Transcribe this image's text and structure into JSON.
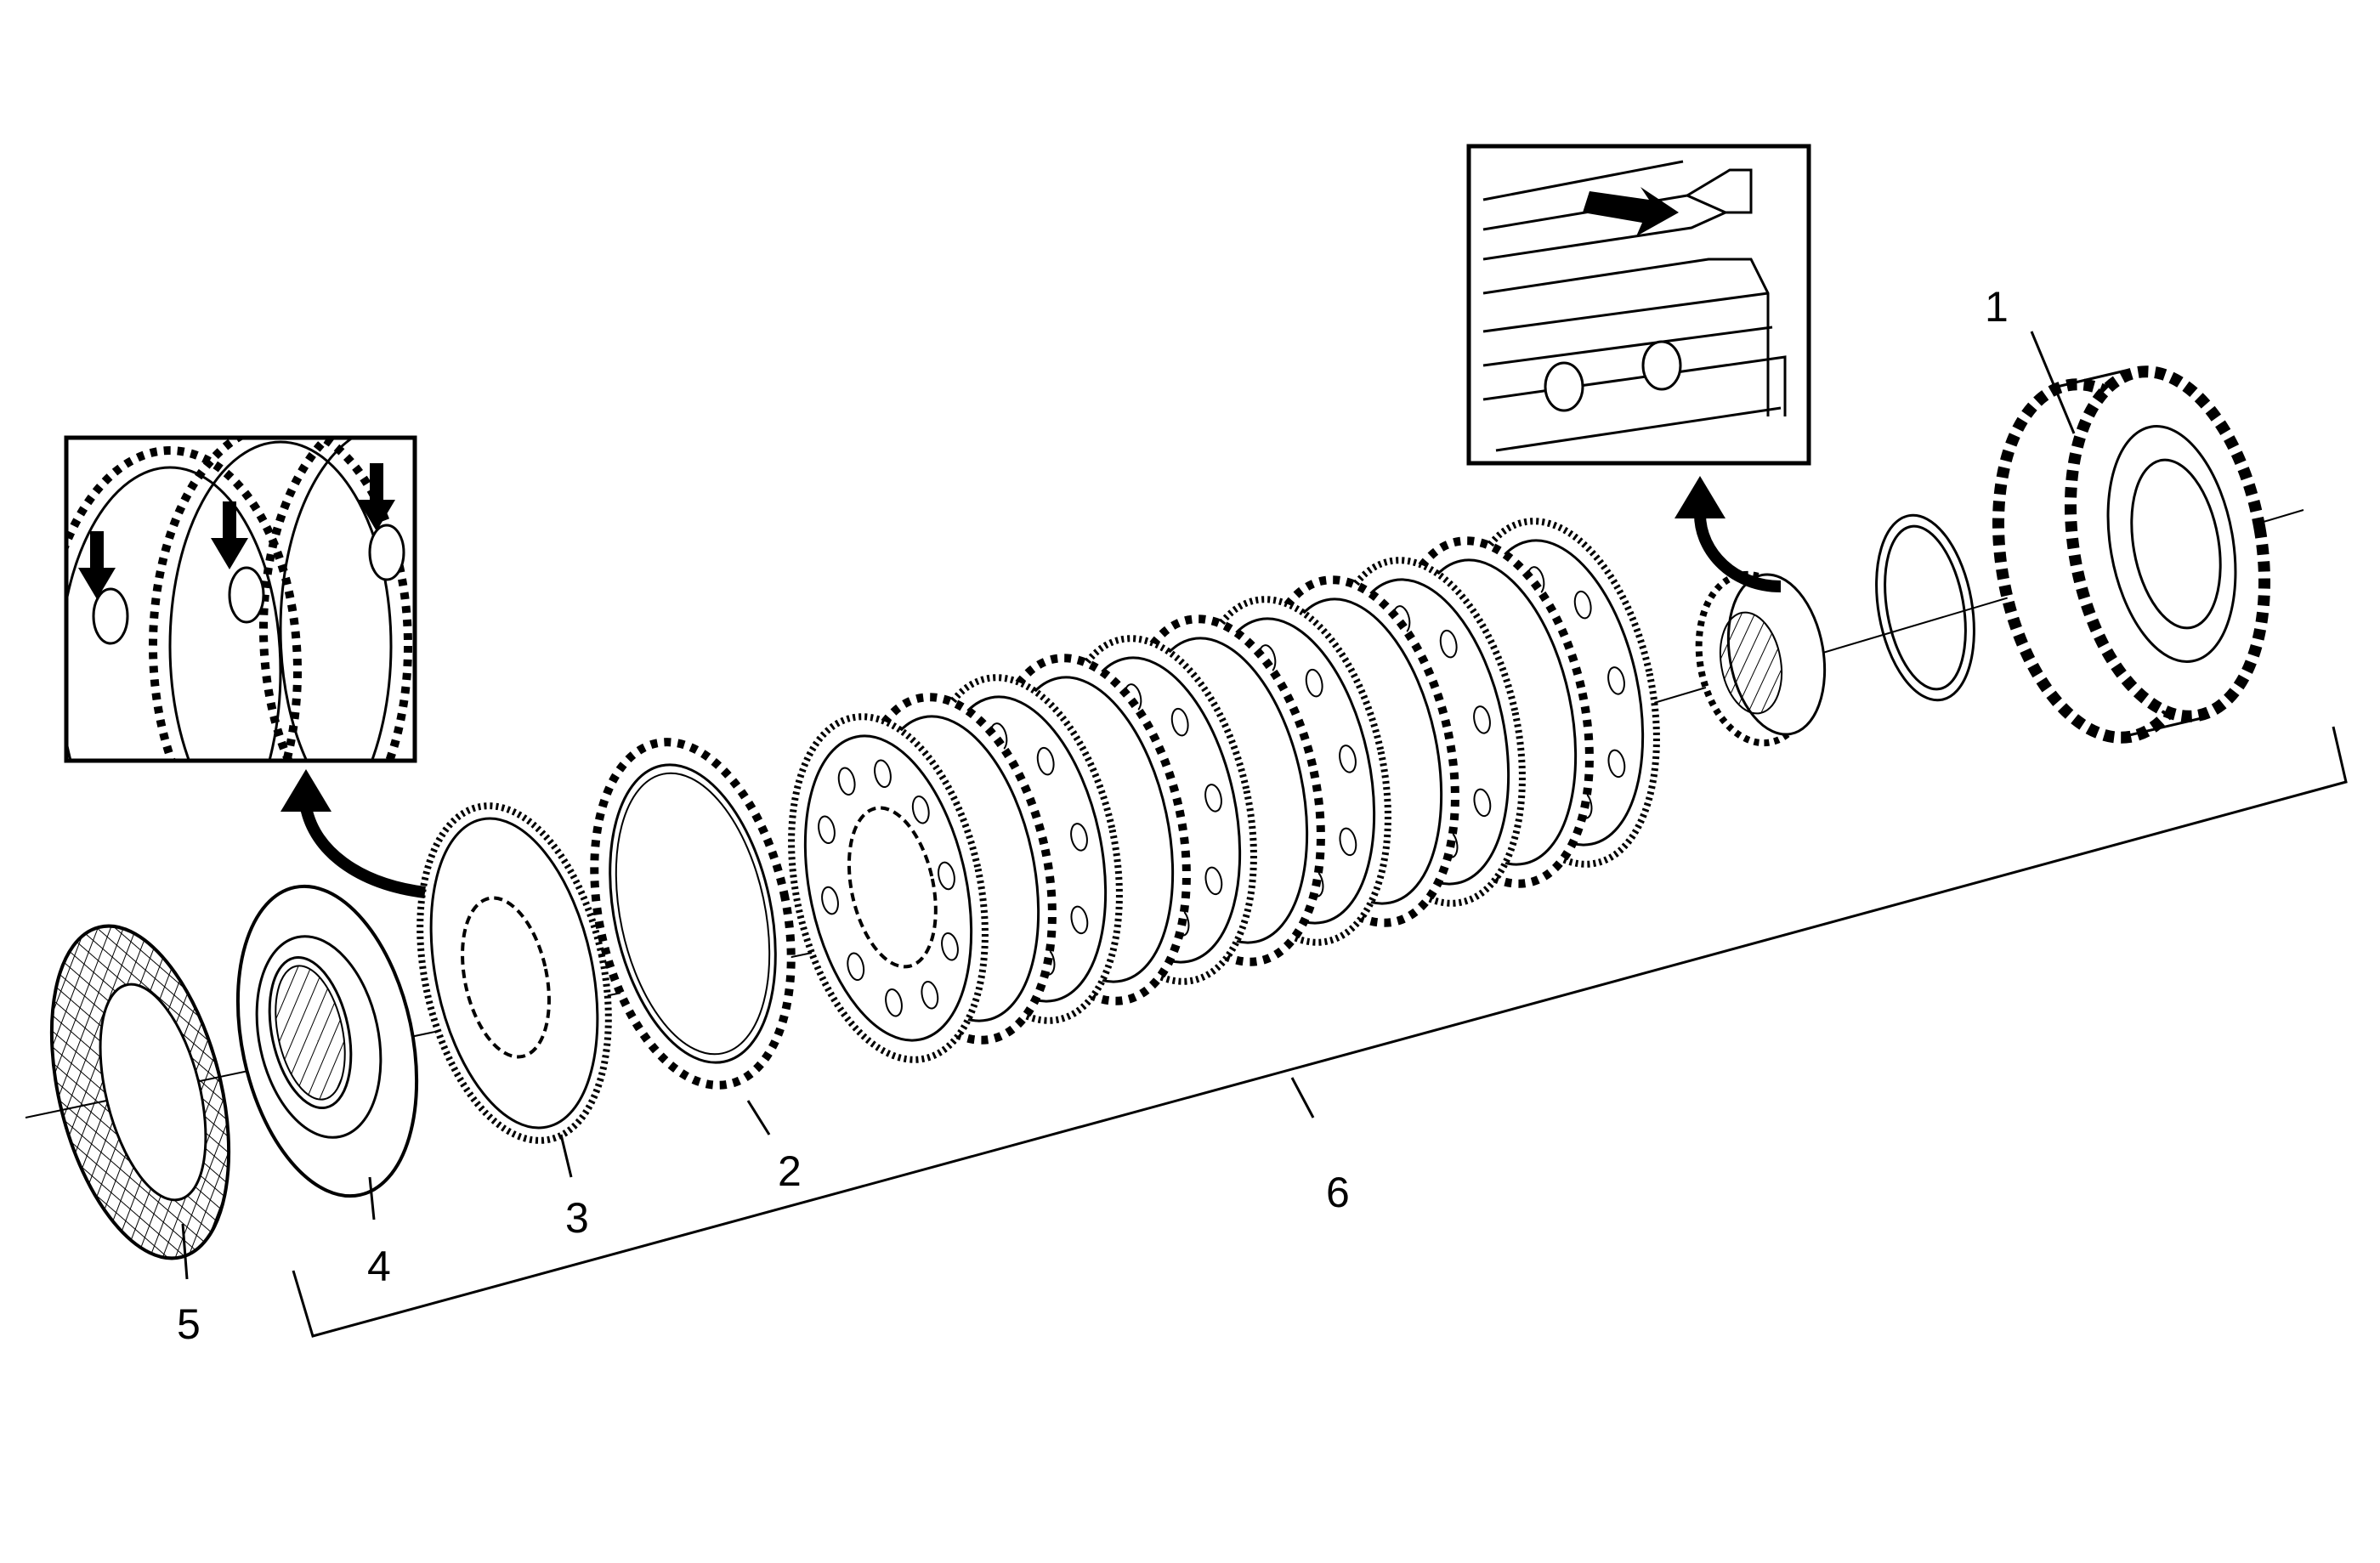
{
  "diagram": {
    "callouts": [
      {
        "id": "1",
        "text": "1"
      },
      {
        "id": "2",
        "text": "2"
      },
      {
        "id": "3",
        "text": "3"
      },
      {
        "id": "4",
        "text": "4"
      },
      {
        "id": "5",
        "text": "5"
      },
      {
        "id": "6",
        "text": "6"
      }
    ],
    "components": [
      "clutch-housing",
      "steel-plate",
      "friction-plate",
      "backing-plate",
      "waved-plate",
      "clutch-pack"
    ],
    "insets": [
      "teeth-alignment-detail",
      "spline-slot-detail"
    ]
  }
}
